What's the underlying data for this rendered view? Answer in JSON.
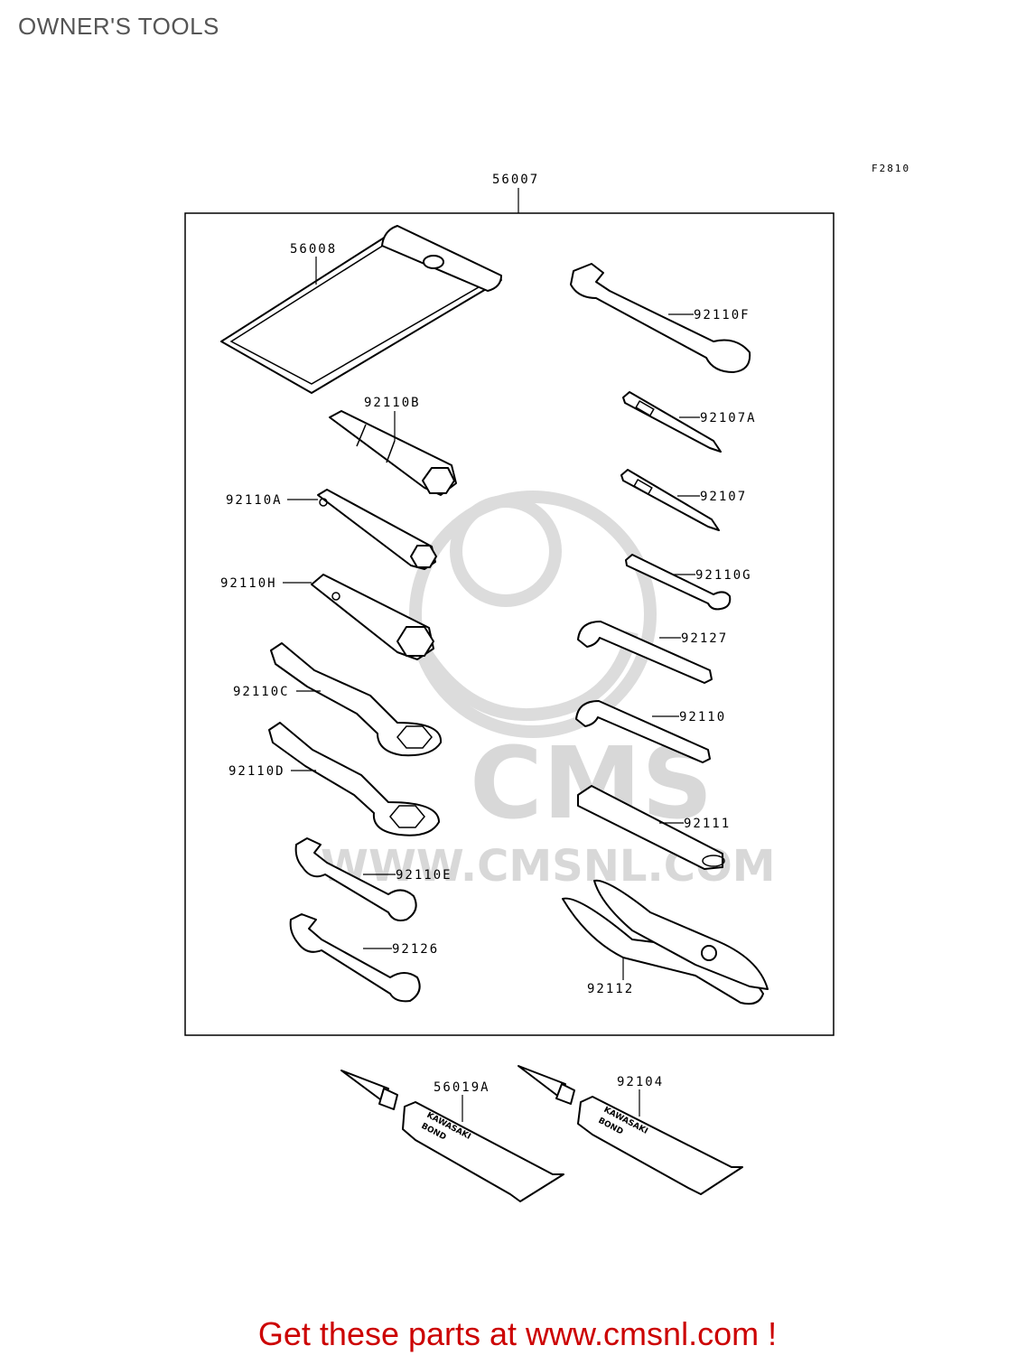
{
  "page_title": "OWNER'S TOOLS",
  "figure_code": "F2810",
  "kit_label": "56007",
  "watermark": {
    "logo_text": "CMS",
    "url_text": "WWW.CMSNL.COM",
    "color": "#d8d8d8"
  },
  "parts": {
    "p56008": "56008",
    "p92110B": "92110B",
    "p92110A": "92110A",
    "p92110H": "92110H",
    "p92110C": "92110C",
    "p92110D": "92110D",
    "p92110E": "92110E",
    "p92126": "92126",
    "p92110F": "92110F",
    "p92107A": "92107A",
    "p92107": "92107",
    "p92110G": "92110G",
    "p92127": "92127",
    "p92110": "92110",
    "p92111": "92111",
    "p92112": "92112",
    "p56019A": "56019A",
    "p92104": "92104"
  },
  "tube_print": {
    "brand": "KAWASAKI",
    "product": "BOND"
  },
  "footer_cta": "Get these parts at www.cmsnl.com !",
  "colors": {
    "title": "#555555",
    "cta": "#cc0000",
    "line_art": "#000000"
  }
}
